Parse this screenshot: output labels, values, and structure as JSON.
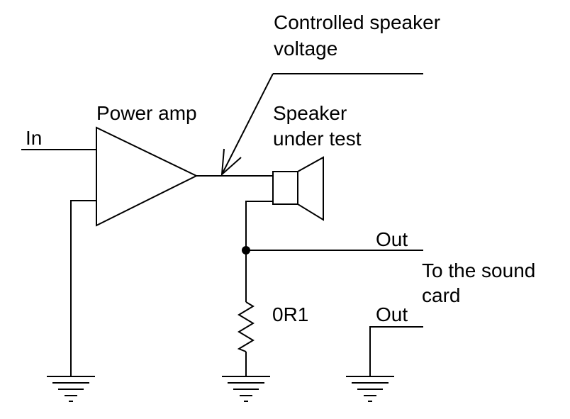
{
  "labels": {
    "in": "In",
    "power_amp": "Power amp",
    "controlled_voltage_line1": "Controlled speaker",
    "controlled_voltage_line2": "voltage",
    "speaker_line1": "Speaker",
    "speaker_line2": "under test",
    "out_top": "Out",
    "out_bottom": "Out",
    "sound_card_line1": "To the sound",
    "sound_card_line2": "card",
    "resistor": "0R1"
  },
  "colors": {
    "stroke": "#000000",
    "background": "#ffffff"
  }
}
